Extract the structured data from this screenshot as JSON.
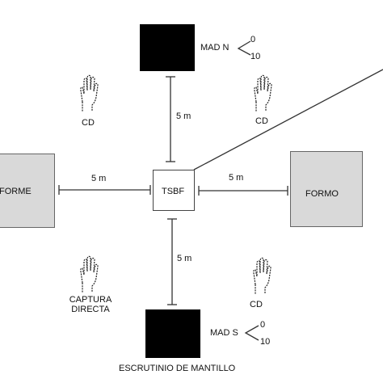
{
  "nodes": {
    "center": "TSBF",
    "left": "FORME",
    "right": "FORMO",
    "top_label": "MAD N",
    "bottom_label": "MAD S",
    "bottom_caption": "ESCRUTINIO DE MANTILLO"
  },
  "mad_values": {
    "upper": "0",
    "lower": "10"
  },
  "distances": {
    "top": "5 m",
    "left": "5 m",
    "right": "5 m",
    "bottom": "5 m"
  },
  "hand_labels": {
    "top_left": "CD",
    "top_right": "CD",
    "bottom_left_line1": "CAPTURA",
    "bottom_left_line2": "DIRECTA",
    "bottom_right": "CD"
  },
  "icons": {
    "hand": "hand-icon"
  },
  "colors": {
    "grey_box": "#d9d9d9",
    "black_box": "#000000",
    "line": "#333333"
  }
}
